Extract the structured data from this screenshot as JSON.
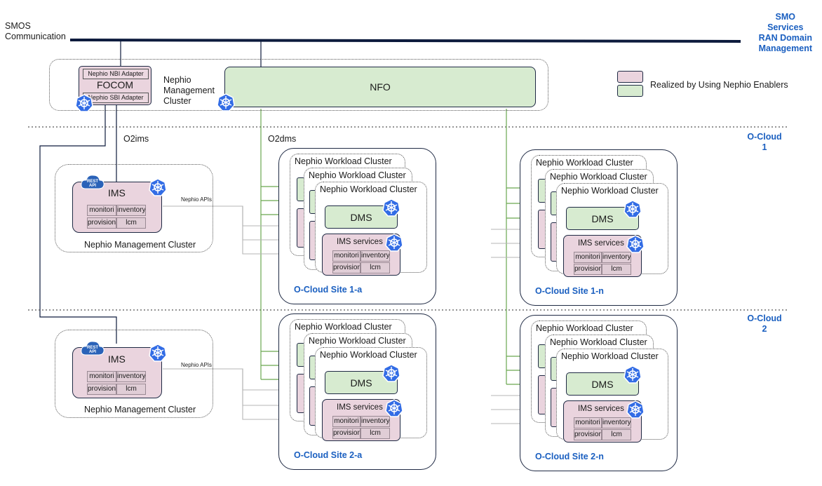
{
  "header": {
    "smos_label": "SMOS\nCommunication",
    "smo_label": "SMO\nServices\nRAN Domain\nManagement"
  },
  "mgmt": {
    "nbi_adapter": "Nephio NBI Adapter",
    "focom": "FOCOM",
    "sbi_adapter": "Nephio SBI Adapter",
    "cluster_label": "Nephio\nManagement\nCluster",
    "nfo": "NFO"
  },
  "legend": {
    "label": "Realized by Using Nephio Enablers",
    "pink": "#ead4de",
    "green": "#d7ebd0"
  },
  "interfaces": {
    "o2ims": "O2ims",
    "o2dms": "O2dms",
    "nephio_apis": "Nephio APIs"
  },
  "ocloud": {
    "one": "O-Cloud\n1",
    "two": "O-Cloud\n2"
  },
  "ims": {
    "label": "IMS",
    "rest": "REST\nAPI",
    "monitori": "monitori",
    "inventory": "inventory",
    "provision": "provision",
    "lcm": "lcm",
    "cluster_label": "Nephio Management Cluster"
  },
  "site": {
    "workload": "Nephio Workload Cluster",
    "dms": "DMS",
    "ims_services": "IMS services",
    "names": [
      "O-Cloud Site 1-a",
      "O-Cloud Site 1-n",
      "O-Cloud Site 2-a",
      "O-Cloud Site 2-n"
    ]
  },
  "colors": {
    "accent_blue": "#1a5fc0",
    "k8s_blue": "#326ce5",
    "line_green": "#6aa84f",
    "line_gray": "#b5b5b5",
    "navy": "#0d1b3d"
  }
}
